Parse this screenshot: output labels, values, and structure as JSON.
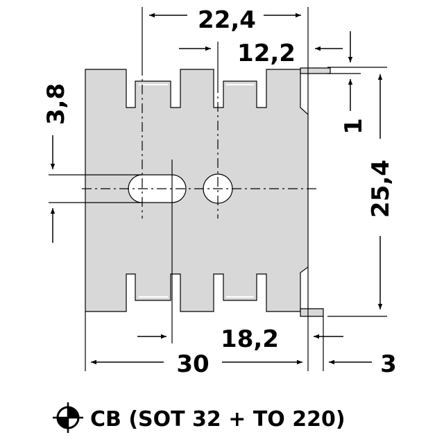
{
  "drawing": {
    "dimensions": {
      "top_width": "22,4",
      "hole_offset": "12,2",
      "left_height": "3,8",
      "fin_step": "1",
      "total_height": "25,4",
      "bottom_offset": "18,2",
      "total_width": "30",
      "tab_width": "3"
    },
    "caption": "CB (SOT 32 + TO 220)",
    "colors": {
      "body": "#d8d8d8",
      "line": "#000000",
      "background": "#ffffff"
    },
    "icons": [
      "centre-mark-icon"
    ]
  }
}
